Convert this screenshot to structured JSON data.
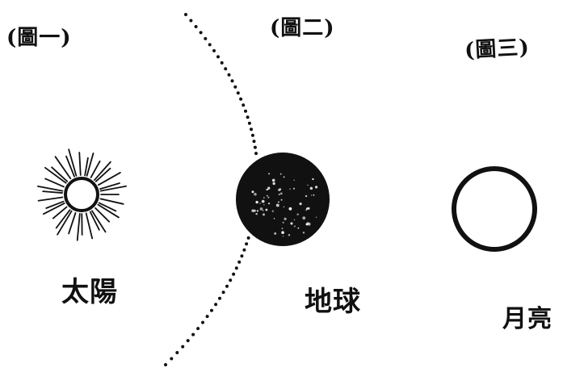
{
  "labels": {
    "fig1": "(圖一)",
    "fig2": "(圖二)",
    "fig3": "(圖三)",
    "sun": "太陽",
    "earth": "地球",
    "moon": "月亮"
  },
  "colors": {
    "ink": "#111111",
    "paper": "#ffffff"
  }
}
